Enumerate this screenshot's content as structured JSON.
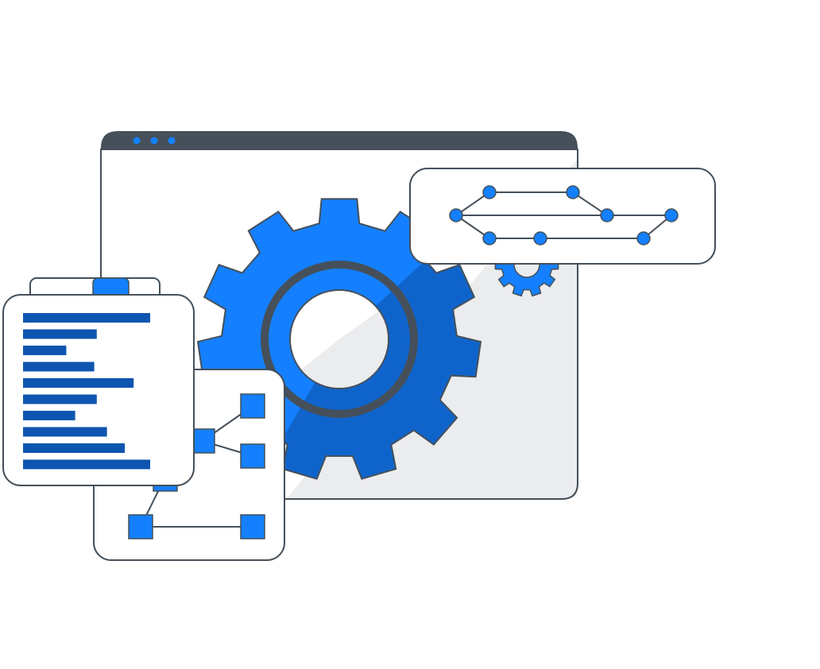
{
  "colors": {
    "outline": "#45505a",
    "titlebar": "#45505a",
    "blue": "#1480ff",
    "blue_dark": "#0f64cc",
    "navy": "#0e55b0",
    "panel_gray": "#ebecee",
    "card_white": "#ffffff"
  },
  "icons": {
    "main_window": "browser-window-icon",
    "gear": "gear-icon",
    "small_gear": "small-gear-icon",
    "graph": "node-graph-icon",
    "clipboard": "clipboard-list-icon",
    "tree": "tree-diagram-icon"
  },
  "clipboard_list_fractions": [
    1.0,
    0.58,
    0.34,
    0.56,
    0.87,
    0.58,
    0.41,
    0.66,
    0.8,
    1.0
  ]
}
